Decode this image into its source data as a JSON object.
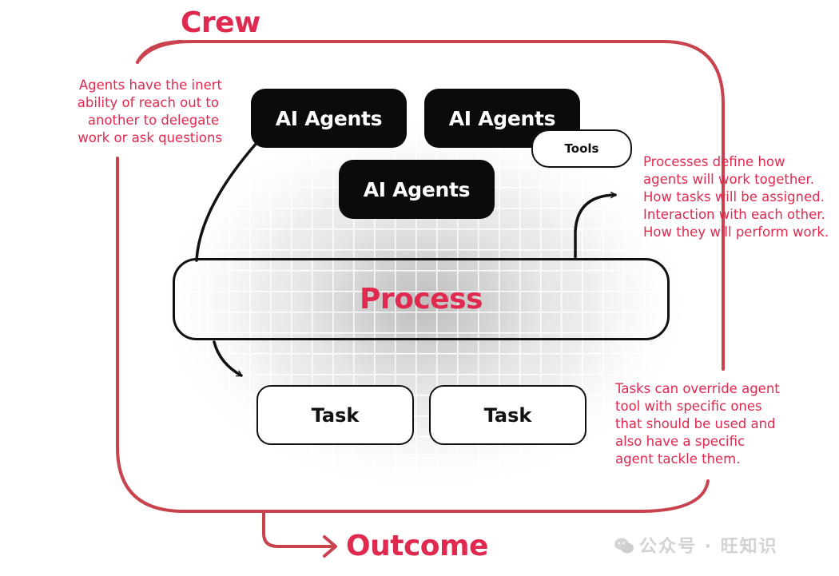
{
  "crew": {
    "title": "Crew"
  },
  "agents": [
    {
      "label": "AI Agents"
    },
    {
      "label": "AI Agents"
    },
    {
      "label": "AI Agents"
    }
  ],
  "tools": {
    "label": "Tools"
  },
  "process": {
    "label": "Process"
  },
  "tasks": [
    {
      "label": "Task"
    },
    {
      "label": "Task"
    }
  ],
  "outcome": {
    "label": "Outcome"
  },
  "notes": {
    "agents_note": [
      "Agents have the inert",
      "ability of reach out to",
      "another to delegate",
      "work or ask questions"
    ],
    "process_note": [
      "Processes define how",
      "agents will work together.",
      "How tasks will be assigned.",
      "Interaction with each other.",
      "How they will perform work."
    ],
    "tasks_note": [
      "Tasks can override agent",
      "tool with specific ones",
      "that should be used and",
      "also have a specific",
      "agent tackle them."
    ]
  },
  "watermark": {
    "text": "公众号 · 旺知识"
  },
  "colors": {
    "accent": "#e0294f",
    "frame": "#c9434f",
    "ink": "#0b0b0b"
  }
}
